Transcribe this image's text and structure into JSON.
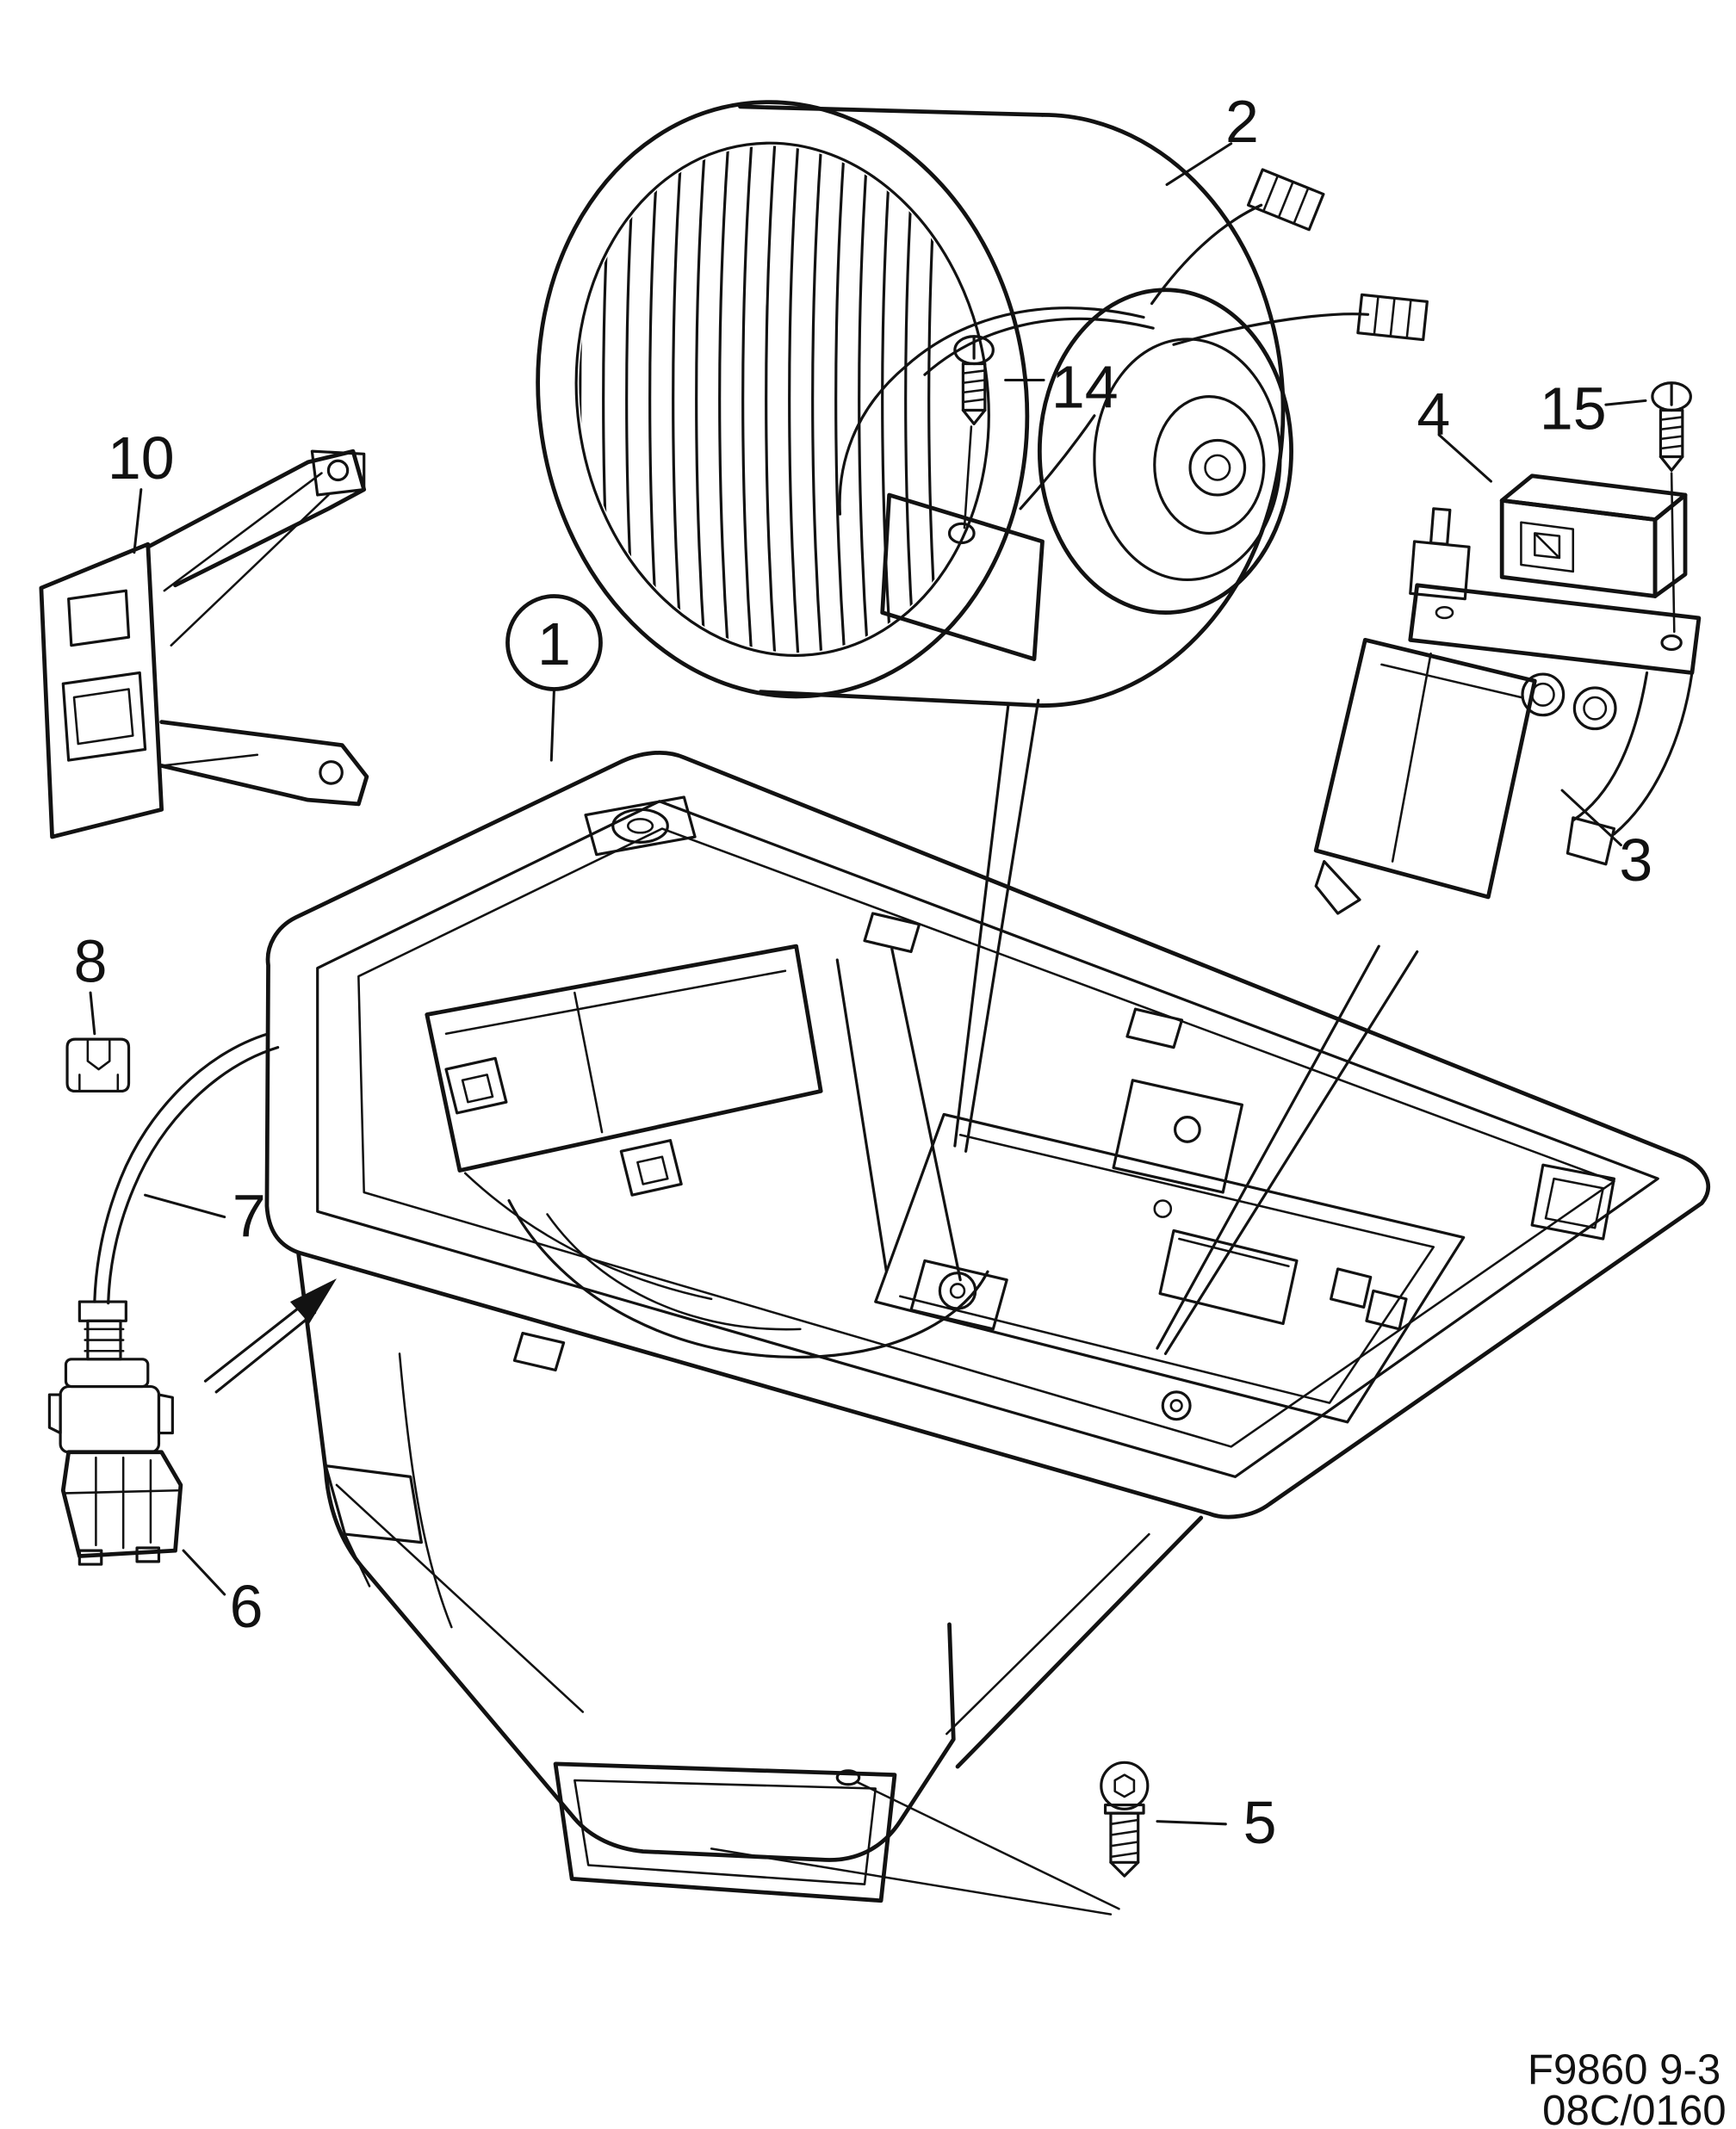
{
  "diagram": {
    "background_color": "#ffffff",
    "line_color": "#121212",
    "callouts": {
      "part1": {
        "label": "1",
        "style": "circled"
      },
      "part2": {
        "label": "2"
      },
      "part3": {
        "label": "3"
      },
      "part4": {
        "label": "4"
      },
      "part5": {
        "label": "5"
      },
      "part6": {
        "label": "6"
      },
      "part7": {
        "label": "7"
      },
      "part8": {
        "label": "8"
      },
      "part10": {
        "label": "10"
      },
      "part14": {
        "label": "14"
      },
      "part15": {
        "label": "15"
      }
    },
    "footer": {
      "figure_ref": "F9860 9-3",
      "figure_code": "08C/0160"
    }
  }
}
